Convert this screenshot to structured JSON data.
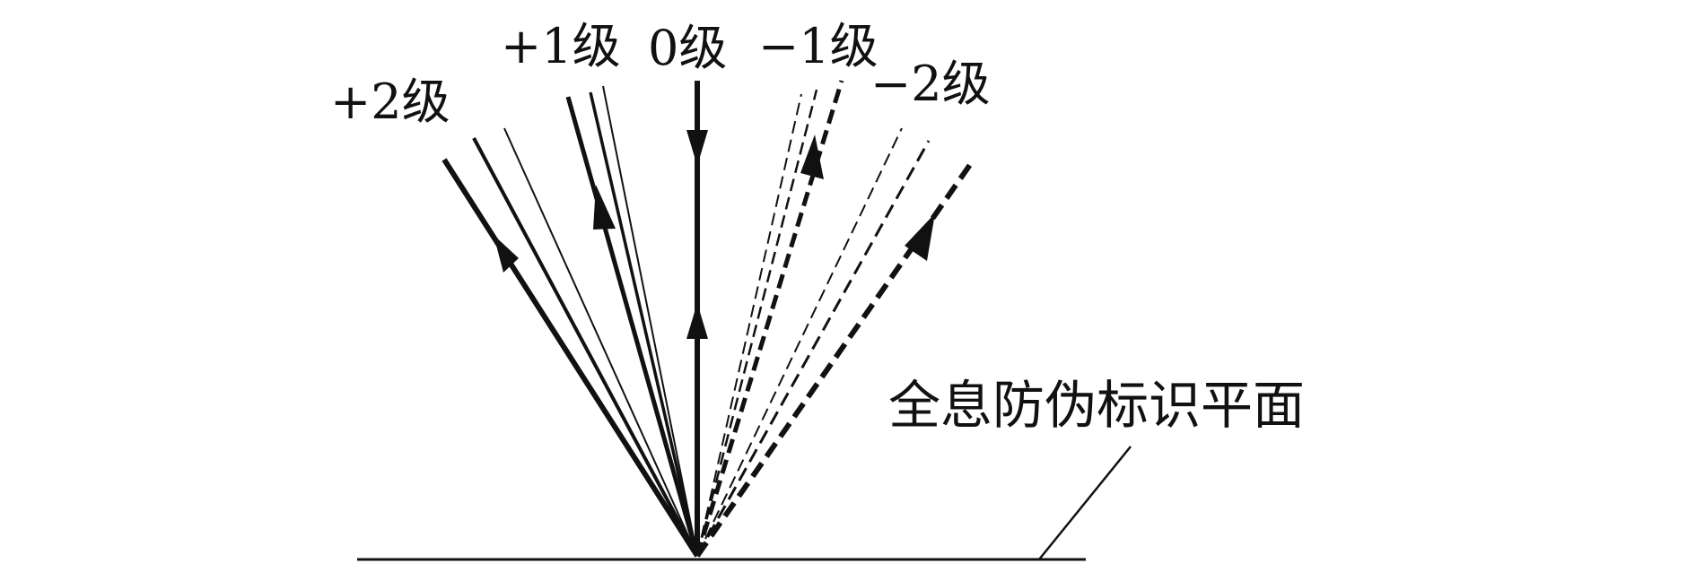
{
  "diagram": {
    "labels": {
      "order_plus2": "+2级",
      "order_plus1": "+1级",
      "order_zero": "0级",
      "order_minus1": "−1级",
      "order_minus2": "−2级",
      "plane": "全息防伪标识平面"
    },
    "colors": {
      "stroke": "#111111",
      "background": "#ffffff"
    }
  }
}
